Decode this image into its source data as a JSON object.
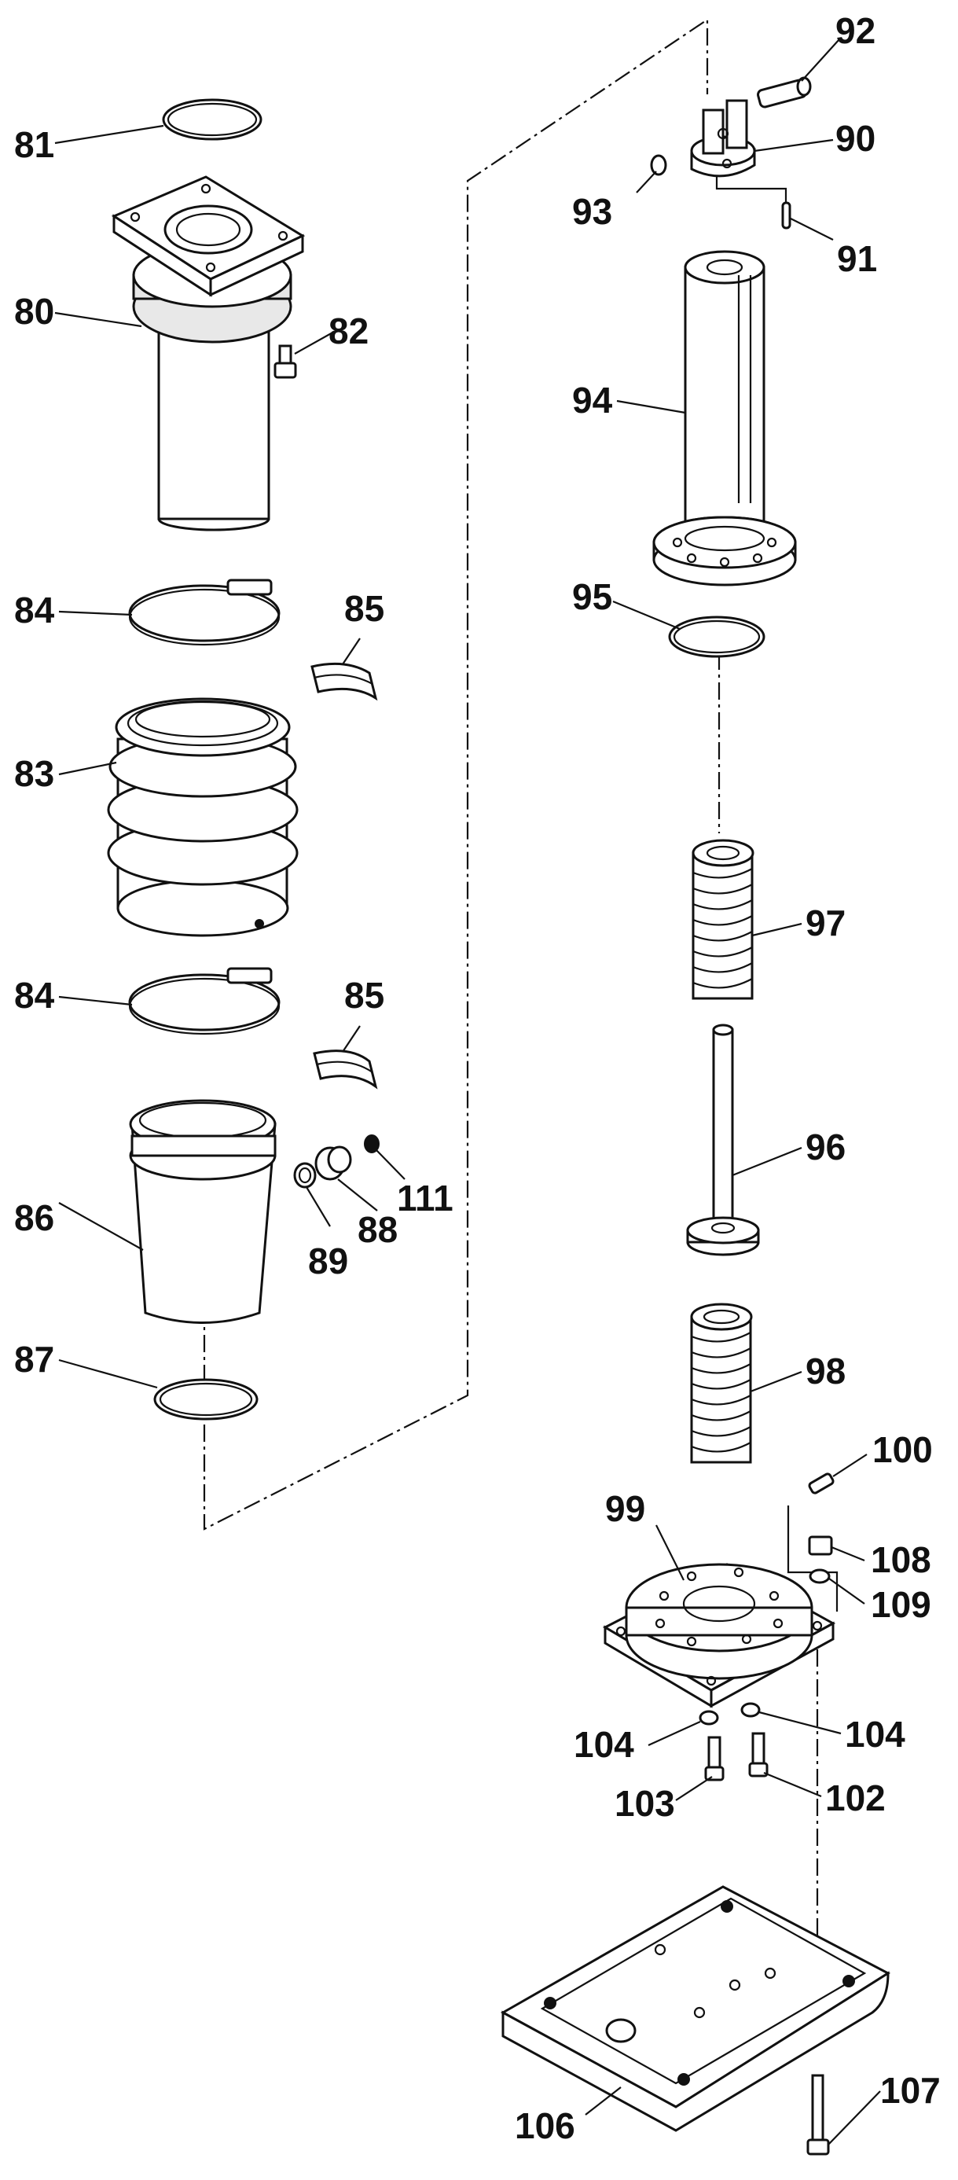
{
  "labels": {
    "p80": "80",
    "p81": "81",
    "p82": "82",
    "p83": "83",
    "p84a": "84",
    "p84b": "84",
    "p85a": "85",
    "p85b": "85",
    "p86": "86",
    "p87": "87",
    "p88": "88",
    "p89": "89",
    "p90": "90",
    "p91": "91",
    "p92": "92",
    "p93": "93",
    "p94": "94",
    "p95": "95",
    "p96": "96",
    "p97": "97",
    "p98": "98",
    "p99": "99",
    "p100": "100",
    "p102": "102",
    "p103": "103",
    "p104a": "104",
    "p104b": "104",
    "p106": "106",
    "p107": "107",
    "p108": "108",
    "p109": "109",
    "p111": "111"
  }
}
